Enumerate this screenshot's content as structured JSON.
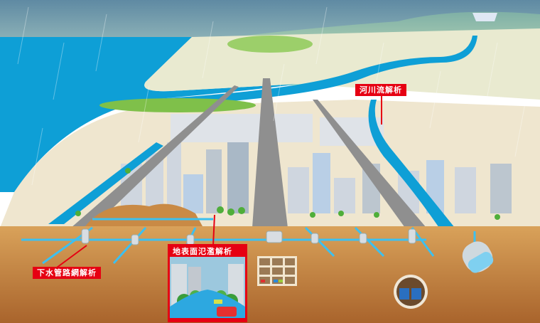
{
  "illustration": {
    "subject": "urban flood analysis scene",
    "colors": {
      "sky": "#6e9bb0",
      "sea": "#0e9fd6",
      "land": "#efe6cf",
      "hills": "#cfe6b4",
      "underground": "#c98a45",
      "pipe": "#3cc0f0",
      "label_red": "#e60012"
    }
  },
  "labels": {
    "river": "河川流解析",
    "sewer": "下水管路網解析",
    "surface": "地表面氾濫解析"
  },
  "elements": {
    "storage_tank": "underground-storage-tank",
    "parking": "underground-parking",
    "tunnel": "underground-tunnel",
    "dam": "upstream-dam"
  }
}
